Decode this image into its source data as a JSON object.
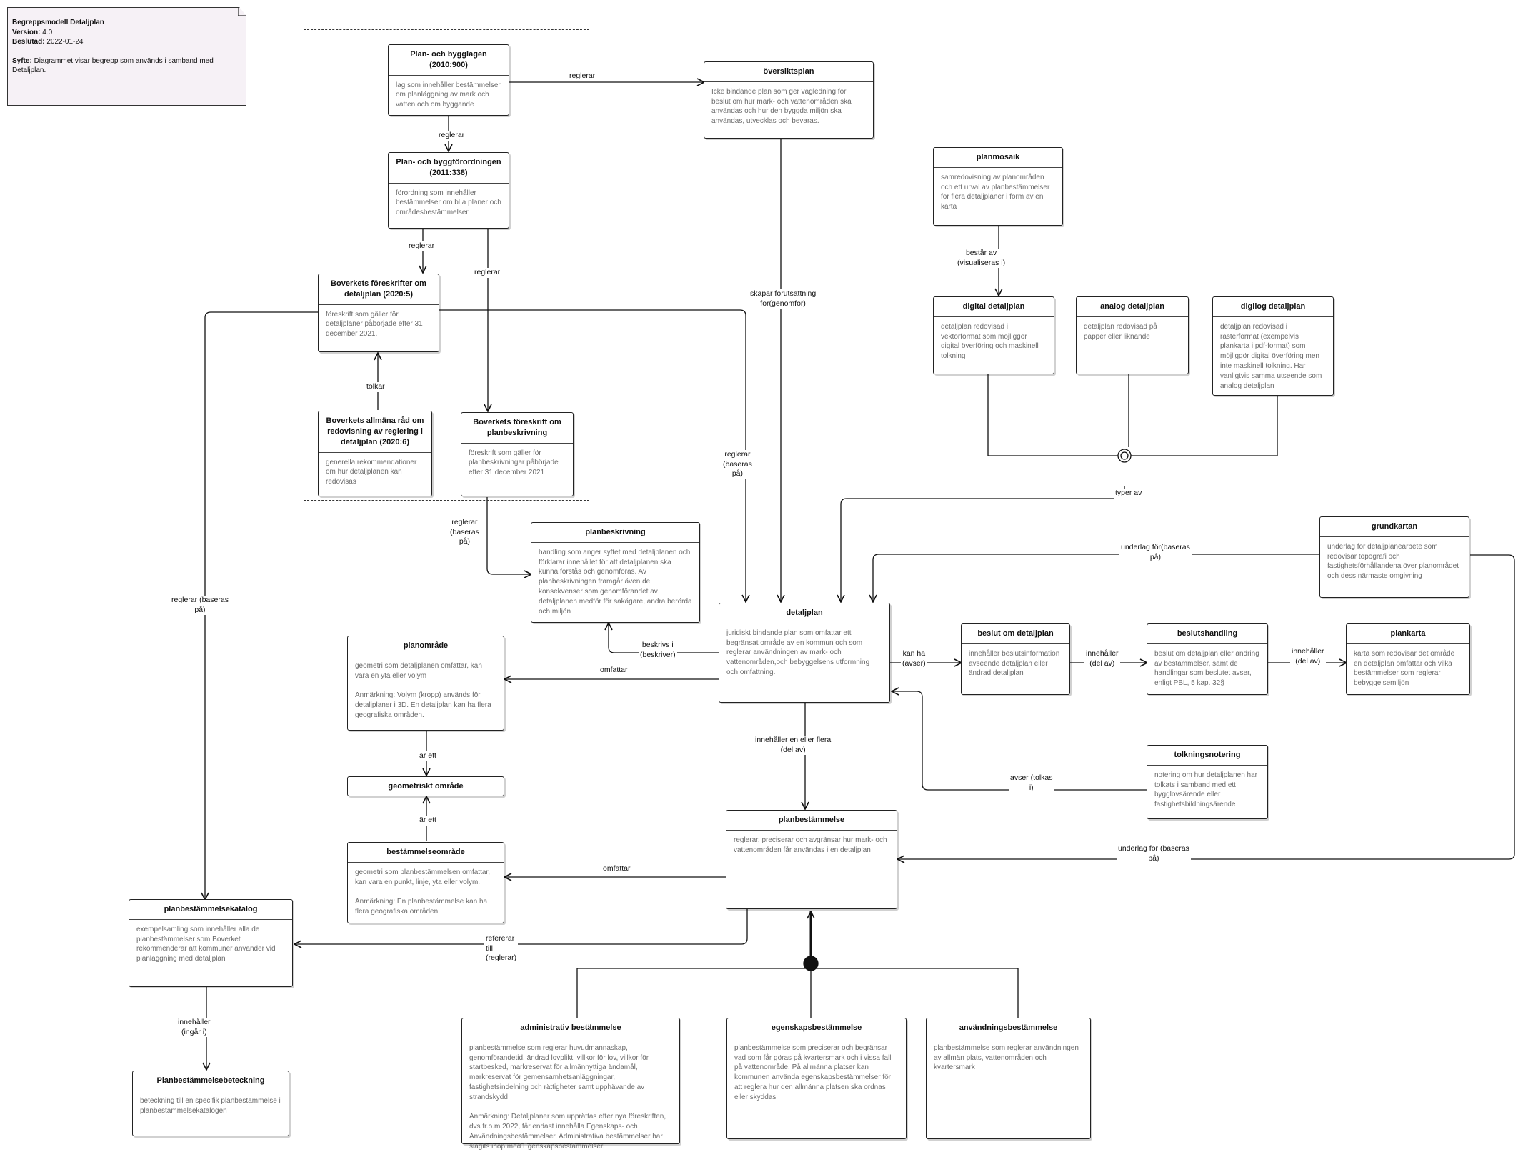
{
  "note": {
    "title": "Begreppsmodell Detaljplan",
    "version_label": "Version:",
    "version": "4.0",
    "decided_label": "Beslutad:",
    "decided": "2022-01-24",
    "purpose_label": "Syfte:",
    "purpose": "Diagrammet visar begrepp som  används i samband med Detaljplan."
  },
  "boxes": {
    "pbl": {
      "title": "Plan- och bygglagen (2010:900)",
      "body": "lag som innehåller bestämmelser om planläggning av mark och vatten och om byggande"
    },
    "pbf": {
      "title": "Plan- och byggförordningen\n(2011:338)",
      "body": "förordning som innehåller bestämmelser om bl.a planer och områdesbestämmelser"
    },
    "bfs_dp": {
      "title": "Boverkets föreskrifter om\ndetaljplan (2020:5)",
      "body": "föreskrift som gäller för detaljplaner påbörjade efter 31 december 2021."
    },
    "allmanna_rad": {
      "title": "Boverkets allmäna råd om\nredovisning av reglering i\ndetaljplan (2020:6)",
      "body": "generella rekommendationer om hur detaljplanen  kan redovisas"
    },
    "bfs_pb": {
      "title": "Boverkets föreskrift om\nplanbeskrivning",
      "body": "föreskrift som gäller för planbeskrivningar påbörjade efter 31 december 2021"
    },
    "oversiktsplan": {
      "title": "översiktsplan",
      "body": "Icke bindande plan  som ger vägledning för beslut om hur mark- och vattenområden ska användas och hur den byggda miljön ska användas, utvecklas och bevaras."
    },
    "planmosaik": {
      "title": "planmosaik",
      "body": "samredovisning av planområden och ett urval av planbestämmelser för flera detaljplaner i form av en karta"
    },
    "digital": {
      "title": "digital detaljplan",
      "body": "detaljplan redovisad i vektorformat som möjliggör digital överföring och maskinell tolkning"
    },
    "analog": {
      "title": "analog detaljplan",
      "body": "detaljplan redovisad på papper eller liknande"
    },
    "digilog": {
      "title": "digilog detaljplan",
      "body": "detaljplan redovisad i rasterformat (exempelvis plankarta i pdf-format) som möjliggör digital överföring men inte maskinell tolkning. Har vanligtvis samma utseende som analog detaljplan"
    },
    "planbeskrivning": {
      "title": "planbeskrivning",
      "body": "handling som anger syftet med detaljplanen och förklarar innehållet för att detaljplanen ska kunna förstås och genomföras. Av planbeskrivningen framgår även de konsekvenser som genomförandet av detaljplanen medför för sakägare, andra berörda och miljön"
    },
    "grundkartan": {
      "title": "grundkartan",
      "body": "underlag för detaljplanearbete som redovisar topografi och fastighetsförhållandena över planområdet och dess närmaste omgivning"
    },
    "detaljplan": {
      "title": "detaljplan",
      "body": "juridiskt bindande plan som omfattar ett begränsat område av en kommun och som reglerar  användningen av mark- och vattenområden,och bebyggelsens utformning och omfattning."
    },
    "beslut": {
      "title": "beslut om detaljplan",
      "body": "innehåller beslutsinformation avseende detaljplan eller ändrad detaljplan"
    },
    "beslutshandling": {
      "title": "beslutshandling",
      "body": "beslut om detaljplan eller ändring av bestämmelser, samt de handlingar som beslutet avser, enligt PBL, 5 kap. 32§"
    },
    "plankarta": {
      "title": "plankarta",
      "body": "karta som redovisar det område en detaljplan omfattar och vilka bestämmelser som reglerar bebyggelsemiljön"
    },
    "planomrade": {
      "title": "planområde",
      "body": "geometri som detaljplanen omfattar, kan vara en yta eller volym\n\nAnmärkning: Volym (kropp) används för detaljplaner i 3D. En detaljplan kan ha flera geografiska områden."
    },
    "geometriskt": {
      "title": "geometriskt område",
      "body": ""
    },
    "tolkning": {
      "title": "tolkningsnotering",
      "body": "notering om hur detaljplanen har tolkats i samband med ett bygglovsärende  eller fastighetsbildningsärende"
    },
    "planbestammelse": {
      "title": "planbestämmelse",
      "body": "reglerar, preciserar och avgränsar hur mark- och vattenområden får användas i en detaljplan"
    },
    "bestammelseomrade": {
      "title": "bestämmelseområde",
      "body": "geometri som planbestämmelsen omfattar, kan vara en punkt, linje, yta eller volym.\n\nAnmärkning: En planbestämmelse kan ha flera geografiska områden."
    },
    "katalog": {
      "title": "planbestämmelsekatalog",
      "body": "exempelsamling som innehåller alla de planbestämmelser som Boverket rekommenderar att kommuner använder vid planläggning med detaljplan"
    },
    "beteckning": {
      "title": "Planbestämmelsebeteckning",
      "body": "beteckning till en specifik planbestämmelse i planbestämmelsekatalogen"
    },
    "administrativ": {
      "title": "administrativ bestämmelse",
      "body": "planbestämmelse som reglerar huvudmannaskap, genomförandetid, ändrad lovplikt, villkor för lov, villkor för startbesked, markreservat för allmännyttiga ändamål, markreservat för gemensamhetsanläggningar, fastighetsindelning och rättigheter samt upphävande av strandskydd\n\nAnmärkning: Detaljplaner som upprättas efter nya föreskriften, dvs fr.o.m 2022, får endast innehålla Egenskaps- och Användningsbestämmelser. Administrativa bestämmelser har slagits ihop med Egenskapsbestämmelser."
    },
    "egenskap": {
      "title": "egenskapsbestämmelse",
      "body": "planbestämmelse som preciserar och begränsar vad som får göras på kvartersmark och i vissa fall på vattenområde. På allmänna platser kan kommunen använda egenskapsbestämmelser för att reglera hur den allmänna platsen ska ordnas eller skyddas"
    },
    "anvandning": {
      "title": "användningsbestämmelse",
      "body": "planbestämmelse som reglerar användningen av allmän plats, vattenområden och kvartersmark"
    }
  },
  "labels": {
    "pbl_op": "reglerar",
    "pbl_pbf": "reglerar",
    "pbf_dp": "reglerar",
    "pbf_pb": "reglerar",
    "ar_dp": "tolkar",
    "op_dp": "skapar förutsättning\nför(genomför)",
    "pm_dig": "består av\n(visualiseras i)",
    "typer": "typer av",
    "bfs_dp_detalj": "reglerar\n(baseras\npå)",
    "pb_planbeskr": "reglerar\n(baseras\npå)",
    "bfs_katalog": "reglerar (baseras\npå)",
    "grund_dp": "underlag för(baseras\npå)",
    "beskrivs": "beskrivs i\n(beskriver)",
    "dp_po": "omfattar",
    "dp_beslut": "kan ha\n(avser)",
    "beslut_bh": "innehåller\n(del av)",
    "bh_pk": "innehåller\n(del av)",
    "po_geo": "är ett",
    "bo_geo": "är ett",
    "dp_pbest": "innehåller en eller flera\n(del av)",
    "tolk_dp": "avser (tolkas\ni)",
    "grund_pbest": "underlag för (baseras\npå)",
    "pbest_bo": "omfattar",
    "pbest_kat": "refererar\ntill\n(reglerar)",
    "kat_bet": "innehåller\n(ingår i)"
  }
}
